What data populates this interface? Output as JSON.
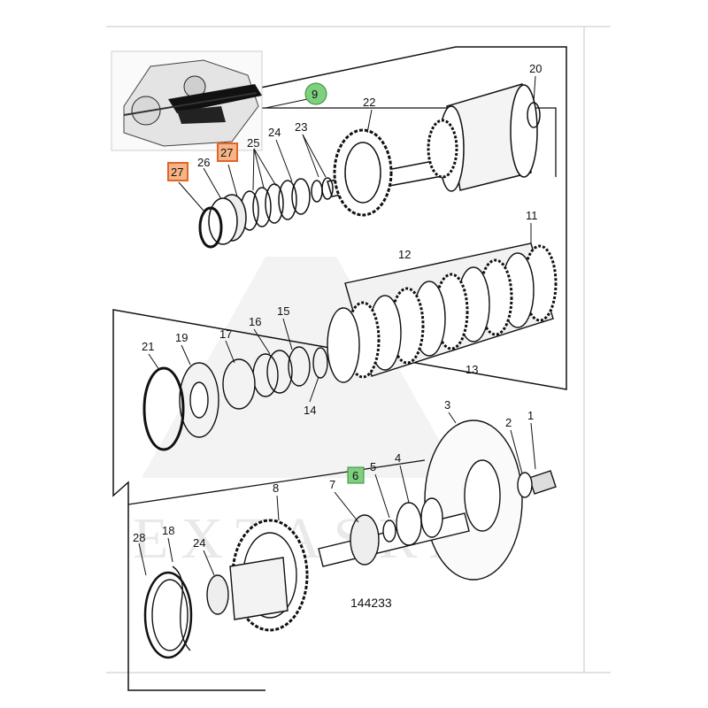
{
  "drawing_number": "144233",
  "watermark": "EXTASRA",
  "callouts": {
    "c1": "1",
    "c2": "2",
    "c3": "3",
    "c4": "4",
    "c5": "5",
    "c6": "6",
    "c7": "7",
    "c8": "8",
    "c9": "9",
    "c11": "11",
    "c12": "12",
    "c13": "13",
    "c14": "14",
    "c15": "15",
    "c16": "16",
    "c17": "17",
    "c18": "18",
    "c19": "19",
    "c20": "20",
    "c21": "21",
    "c22": "22",
    "c23": "23",
    "c24a": "24",
    "c24b": "24",
    "c25": "25",
    "c26": "26",
    "c27a": "27",
    "c27b": "27",
    "c28": "28"
  },
  "highlight_colors": {
    "orange": "#f08a4b",
    "green": "#7ed07e"
  }
}
